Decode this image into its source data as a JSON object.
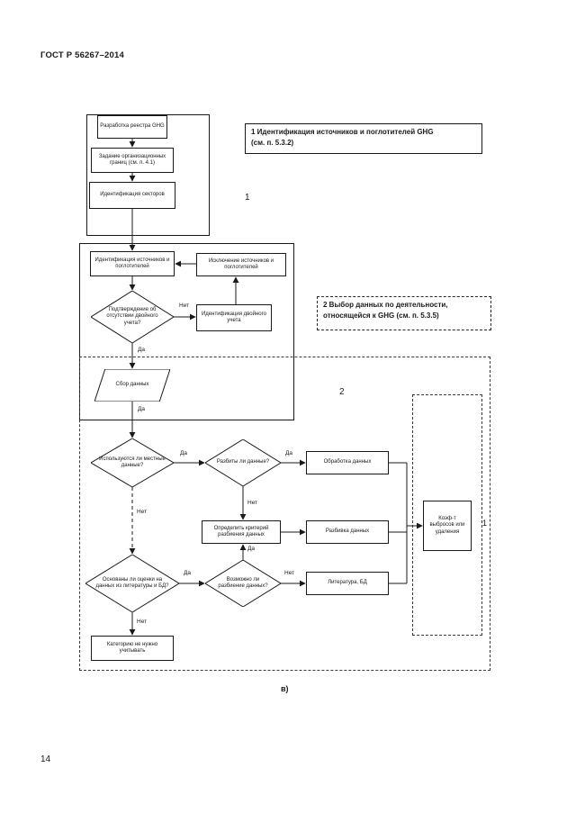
{
  "page": {
    "header": "ГОСТ Р 56267–2014",
    "page_number": "14",
    "figure_sublabel": "в)"
  },
  "colors": {
    "ink": "#1a1a1a",
    "paper": "#ffffff"
  },
  "legends": {
    "legend1": {
      "line1": "1 Идентификация источников и поглотителей GHG",
      "line2": "(см. п. 5.3.2)"
    },
    "legend2": {
      "line1": "2 Выбор данных по деятельности,",
      "line2": "относящейся к GHG (см. п. 5.3.5)"
    }
  },
  "regions": {
    "region1_label": "1",
    "region2_label": "2",
    "factor_label": "1"
  },
  "nodes": {
    "develop": "Разработка реестра GHG",
    "boundaries": "Задание организационных границ (см. п. 4.1)",
    "sectors": "Идентификация секторов",
    "sources": "Идентификация источников и поглотителей",
    "exclude": "Исключение источников и поглотителей",
    "double_check": "Подтверждение об отсутствии двойного учета?",
    "double_ident": "Идентификация двойного учета",
    "collect": "Сбор данных",
    "local": "Используются ли местные данные?",
    "split_q": "Разбиты ли данные?",
    "process": "Обработка данных",
    "criteria": "Определить критерий разбиения данных",
    "split": "Разбивка данных",
    "possible": "Возможно ли разбиение данных?",
    "estimates": "Основаны ли оценки на данных из литературы и БД?",
    "literature": "Литература, БД",
    "nocount": "Категорию не нужно учитывать",
    "factor": "Коэф-т выбросов или удаления"
  },
  "edge_labels": {
    "yes": "Да",
    "no": "Нет"
  }
}
